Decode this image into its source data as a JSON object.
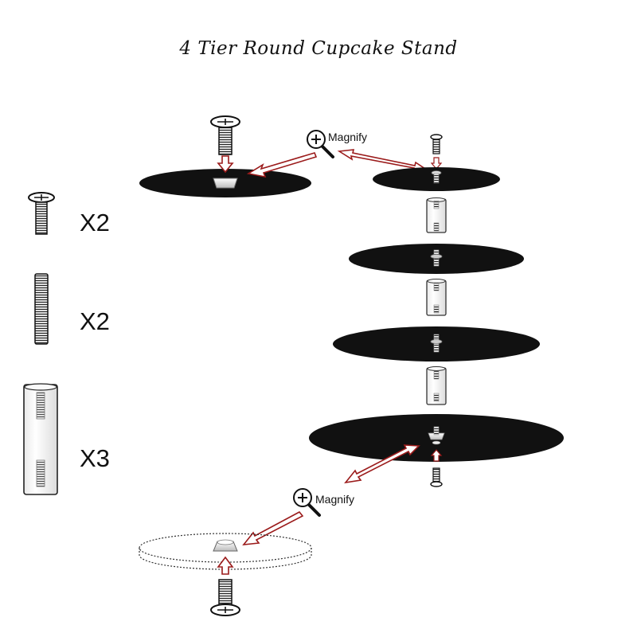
{
  "title": "4 Tier Round Cupcake Stand",
  "magnify_labels": [
    "Magnify",
    "Magnify"
  ],
  "parts": [
    {
      "icon": "screw-icon",
      "quantity": "X2"
    },
    {
      "icon": "threaded-rod-icon",
      "quantity": "X2"
    },
    {
      "icon": "acrylic-column-icon",
      "quantity": "X3"
    }
  ],
  "colors": {
    "tier": "#111111",
    "arrow": "#9b1b1b",
    "outline": "#222222"
  }
}
